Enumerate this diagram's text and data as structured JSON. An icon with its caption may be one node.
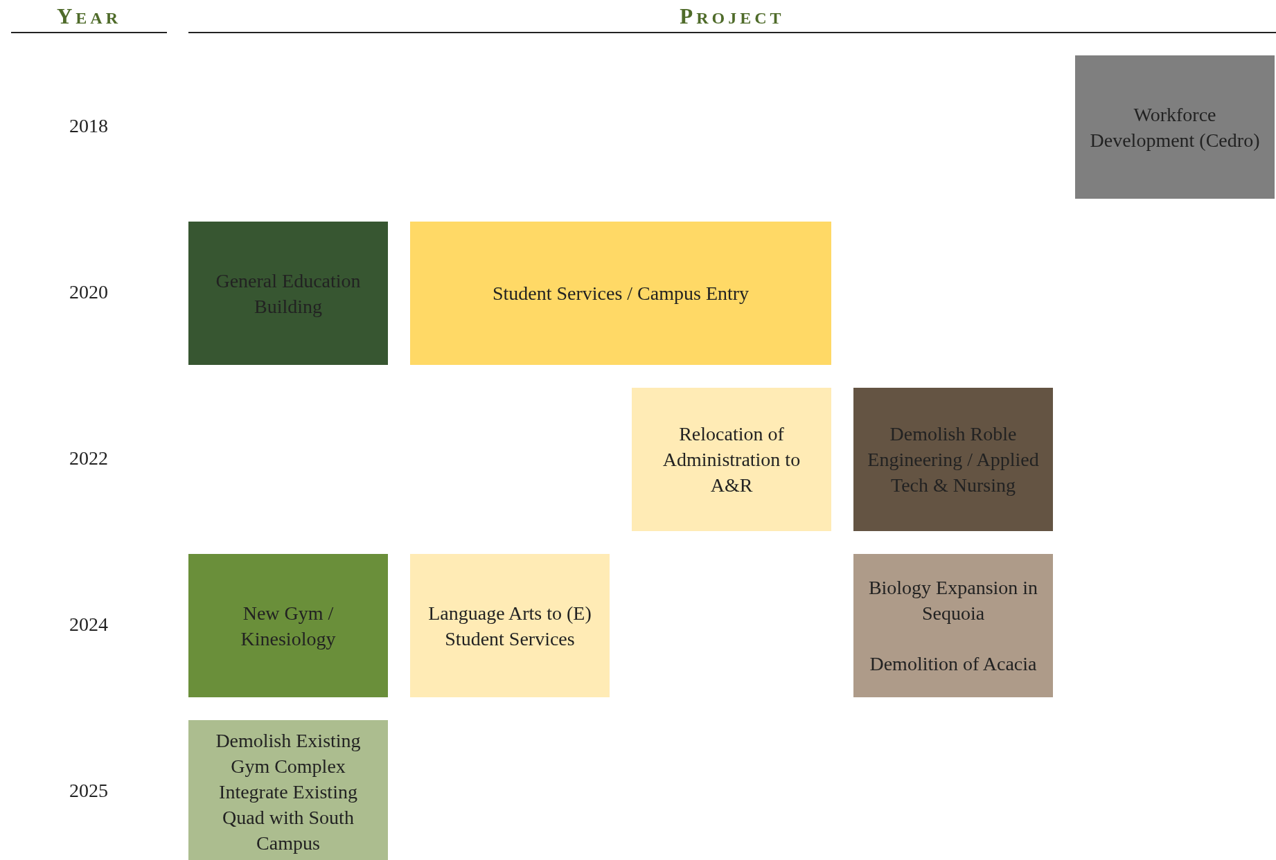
{
  "diagram": {
    "nodes": [
      {
        "text": [
          "Workforce Development (Cedro)"
        ]
      },
      {
        "text": [
          "General Education Building"
        ]
      },
      {
        "text": [
          "Student Services / Campus Entry"
        ]
      },
      {
        "text": [
          "Relocation of Administration to A&R"
        ]
      },
      {
        "text": [
          "Demolish Roble Engineering / Applied Tech & Nursing"
        ]
      },
      {
        "text": [
          "New Gym / Kinesiology"
        ]
      },
      {
        "text": [
          "Language Arts to (E) Student Services"
        ]
      },
      {
        "text": [
          "Biology Expansion in Sequoia",
          "Demolition of Acacia"
        ]
      },
      {
        "text": [
          "Demolish Existing Gym Complex Integrate Existing Quad with South Campus"
        ]
      }
    ],
    "edges": [],
    "labels": [
      "YEAR",
      "PROJECT",
      "2018",
      "2020",
      "2022",
      "2024",
      "2025"
    ]
  }
}
